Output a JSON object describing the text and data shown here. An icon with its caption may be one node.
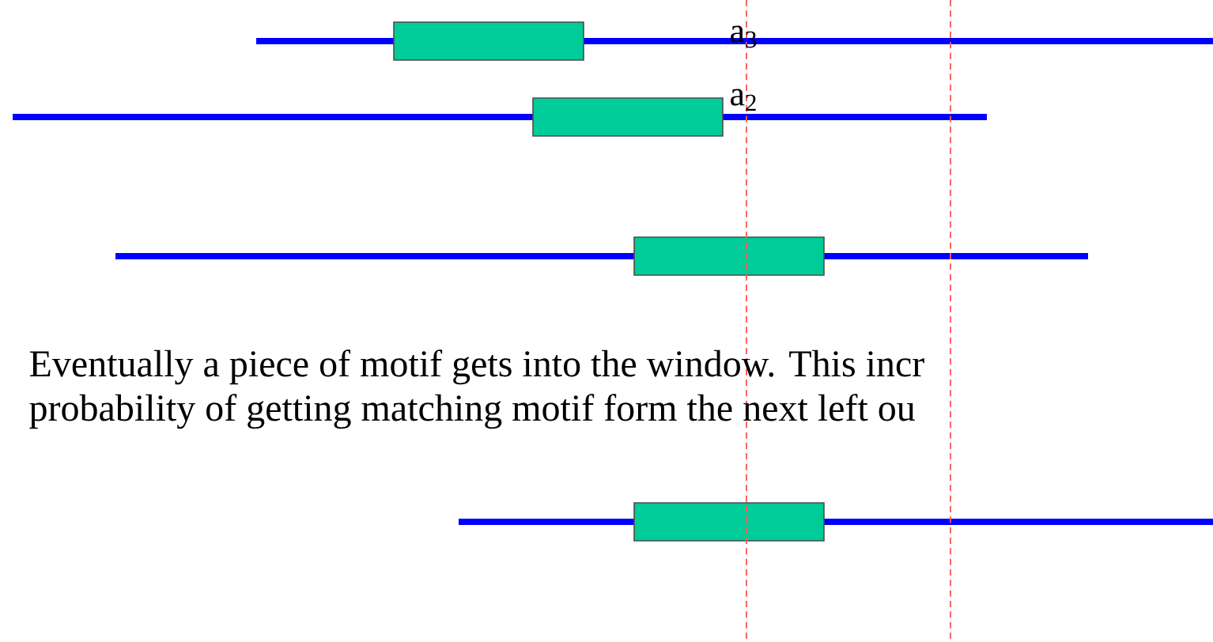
{
  "diagram": {
    "labels": [
      "a$_{3}$",
      "a$_{2}$",
      "Eventually a piece of motif gets into the window. This incr",
      "probability of getting matching motif form the next  left ou"
    ]
  }
}
